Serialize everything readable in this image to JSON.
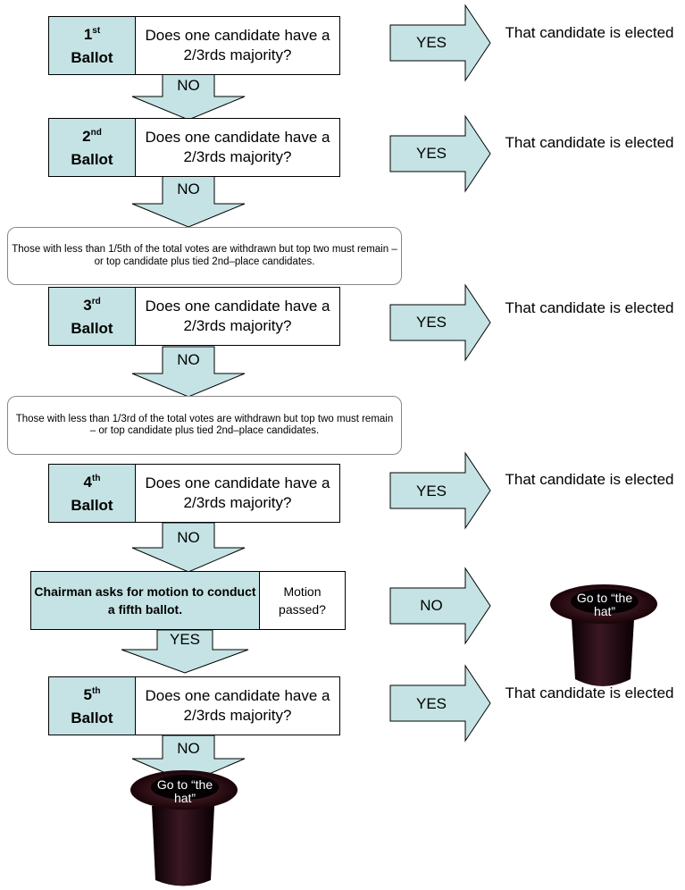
{
  "ballots": [
    {
      "num": "1",
      "suffix": "st",
      "word": "Ballot"
    },
    {
      "num": "2",
      "suffix": "nd",
      "word": "Ballot"
    },
    {
      "num": "3",
      "suffix": "rd",
      "word": "Ballot"
    },
    {
      "num": "4",
      "suffix": "th",
      "word": "Ballot"
    },
    {
      "num": "5",
      "suffix": "th",
      "word": "Ballot"
    }
  ],
  "question": "Does one candidate have a 2/3rds majority?",
  "yes_label": "YES",
  "no_label": "NO",
  "result": "That candidate is elected",
  "note1": "Those with less than 1/5th of the total votes are withdrawn but top two must remain – or top candidate plus tied 2nd–place candidates.",
  "note2": "Those with less than 1/3rd of the total votes are withdrawn but top two must remain – or top candidate plus tied 2nd–place candidates.",
  "chairman": "Chairman asks for motion to conduct a fifth ballot.",
  "motion": "Motion passed?",
  "hat_label": "Go to “the hat”",
  "colors": {
    "fill": "#c5e3e4",
    "hat": "#2a0b14"
  }
}
